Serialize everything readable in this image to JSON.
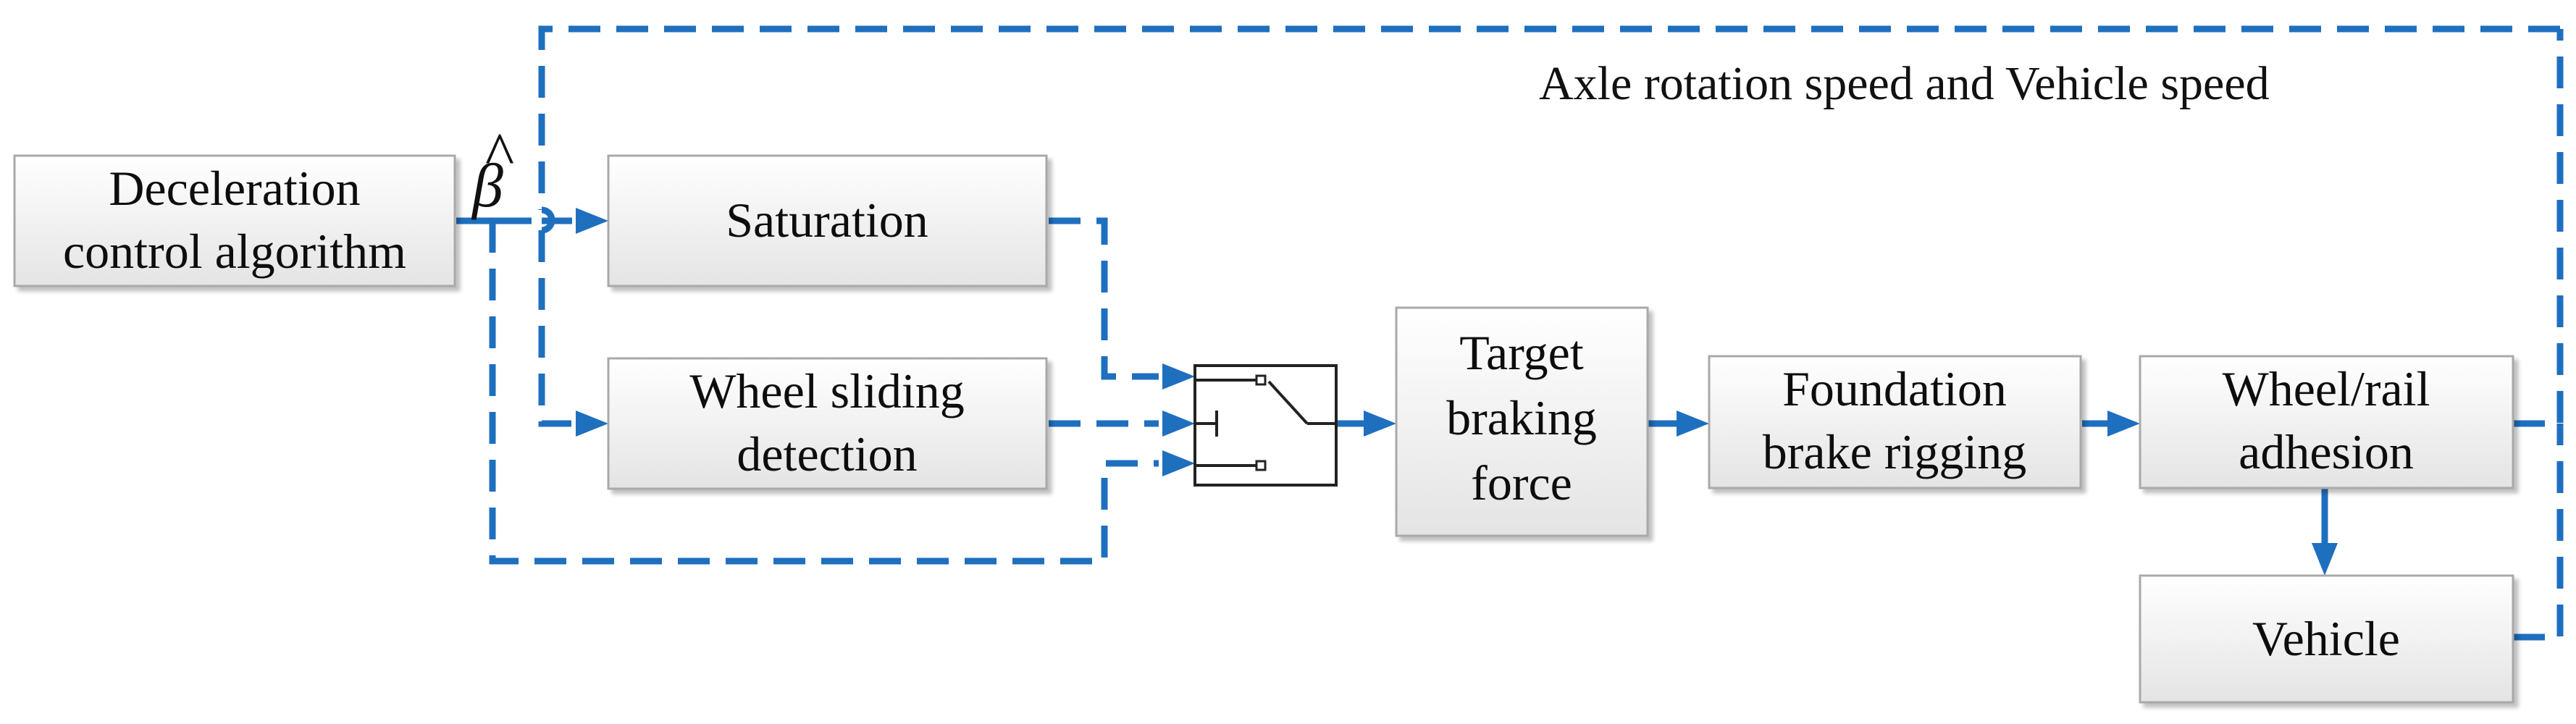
{
  "feedback_label": "Axle rotation speed and Vehicle speed",
  "beta_symbol": "β",
  "beta_hat": "^",
  "blocks": {
    "decel": [
      "Deceleration",
      "control algorithm"
    ],
    "saturation": [
      "Saturation"
    ],
    "sliding": [
      "Wheel sliding",
      "detection"
    ],
    "target": [
      "Target",
      "braking",
      "force"
    ],
    "foundation": [
      "Foundation",
      "brake rigging"
    ],
    "adhesion": [
      "Wheel/rail",
      "adhesion"
    ],
    "vehicle": [
      "Vehicle"
    ]
  },
  "colors": {
    "line": "#1f6fbf",
    "box_fill_top": "#ffffff",
    "box_fill_bottom": "#e6e6e6",
    "box_border": "#a9a9a9"
  }
}
